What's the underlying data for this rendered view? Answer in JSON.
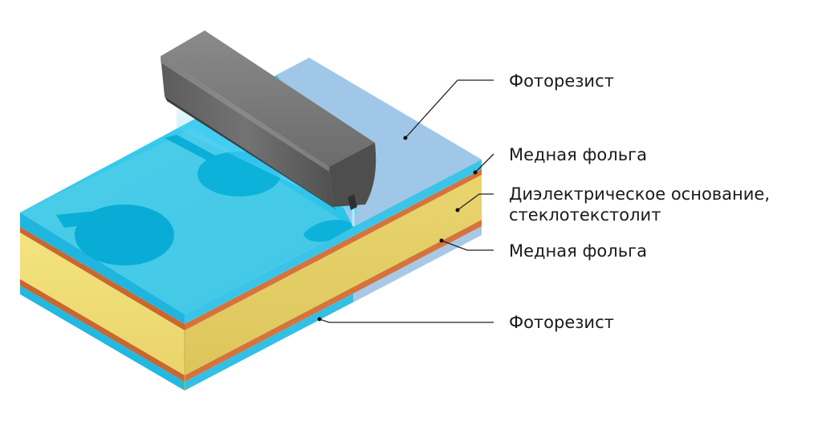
{
  "labels": {
    "photoresist_top": "Фоторезист",
    "copper_top": "Медная фольга",
    "dielectric_line1": "Диэлектрическое основание,",
    "dielectric_line2": "стеклотекстолит",
    "copper_bottom": "Медная фольга",
    "photoresist_bottom": "Фоторезист"
  },
  "colors": {
    "photoresist": "#2ec6ea",
    "photoresist_unexposed": "#a9c8e6",
    "copper": "#d5733a",
    "dielectric": "#efdd78",
    "lamp": "#6a6a6a",
    "pad": "#08b3d8",
    "glow": "#49c8ff",
    "leader_line": "#222222"
  }
}
